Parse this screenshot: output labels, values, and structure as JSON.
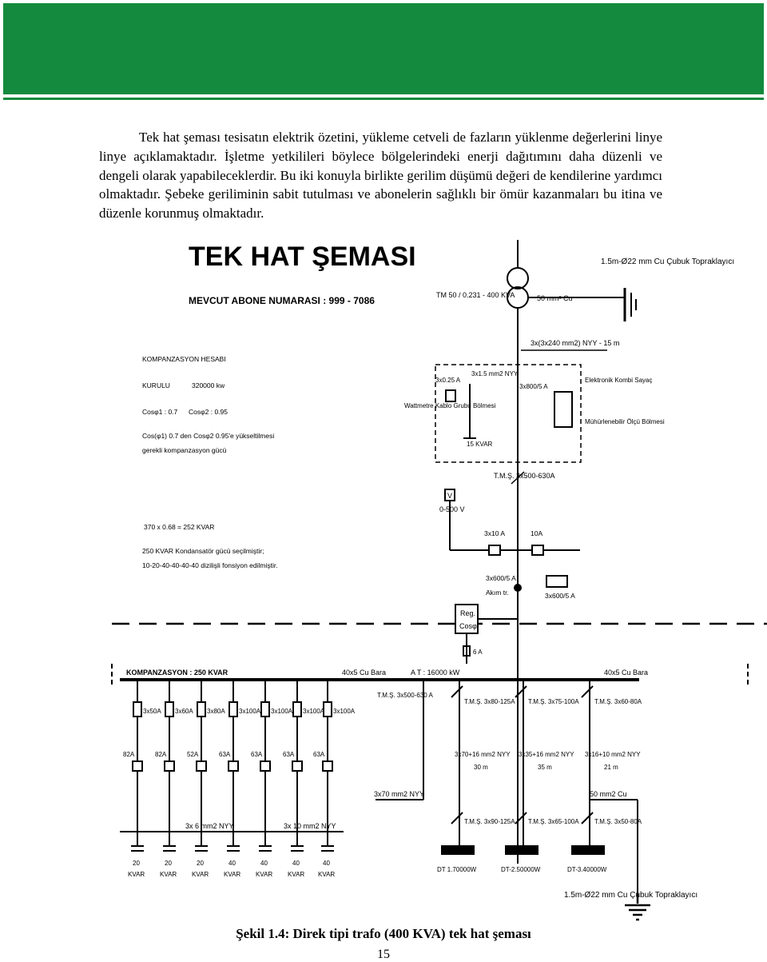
{
  "body_text": "Tek hat şeması tesisatın elektrik özetini, yükleme cetveli de fazların yüklenme değerlerini linye linye açıklamaktadır. İşletme yetkilileri böylece bölgelerindeki enerji dağıtımını daha düzenli ve dengeli olarak yapabileceklerdir. Bu iki konuyla birlikte gerilim düşümü değeri de kendilerine yardımcı olmaktadır. Şebeke geriliminin sabit tutulması ve abonelerin sağlıklı bir ömür kazanmaları bu itina ve düzenle korunmuş olmaktadır.",
  "diagram": {
    "title": "TEK HAT ŞEMASI",
    "subscriber": "MEVCUT ABONE NUMARASI : 999 - 7086",
    "left_notes": [
      "KOMPANZASYON HESABI",
      "KURULU",
      "320000 kw",
      "Cosφ1 : 0.7",
      "Cosφ2 : 0.95",
      "Cos(φ1) 0.7 den Cosφ2 0.95'e yükseltilmesi",
      "gerekli kompanzasyon gücü",
      "370 x 0.68 = 252 KVAR",
      "250 KVAR Kondansatör gücü seçilmiştir;",
      "10-20-40-40-40-40 dizilişli fonsiyon edilmiştir."
    ],
    "transformer": "TM 50 / 0.231 - 400 KVA",
    "earth_top": "1.5m-Ø22 mm Cu Çubuk Topraklayıcı",
    "earth_cable": "50 mm² Cu",
    "cable_main": "3x(3x240 mm2) NYY - 15 m",
    "measure_notes": [
      "3x0.25 A",
      "3x1.5 mm2 NYY",
      "Wattmetre Kablo Grubu Bölmesi",
      "3x800/5 A",
      "Elektronik Kombi Sayaç",
      "Mühürlenebilir Ölçü Bölmesi",
      "15 KVAR"
    ],
    "tms_main": "T.M.Ş. 3x500-630A",
    "voltmeter": "V",
    "voltmeter_range": "0-500 V",
    "fuse_labels": [
      "3x10 A",
      "10A"
    ],
    "current_transformer": "3x600/5 A",
    "current_label": "Akım tr.",
    "ammeter": "3x600/5 A",
    "reg": "Reg.",
    "reg_sub": "Cosφ",
    "fuse_6a": "6 A",
    "busbar_left": "KOMPANZASYON : 250 KVAR",
    "busbar_cu": "40x5 Cu Bara",
    "busbar_mid": "A T : 16000 kW",
    "busbar_right": "40x5 Cu Bara",
    "comp_fuses": [
      "3x50A",
      "3x60A",
      "3x80A",
      "3x100A",
      "3x100A",
      "3x100A",
      "3x100A"
    ],
    "comp_contactors": [
      "82A",
      "82A",
      "52A",
      "63A",
      "63A",
      "63A",
      "63A"
    ],
    "comp_cable_a": "3x 6 mm2 NYY",
    "comp_cable_b": "3x 10 mm2 NYY",
    "comp_kvar": [
      "20",
      "20",
      "20",
      "40",
      "40",
      "40",
      "40"
    ],
    "comp_kvar_unit": "KVAR",
    "tms_out": [
      "T.M.Ş. 3x500-630 A",
      "T.M.Ş. 3x80-125A",
      "T.M.Ş. 3x75-100A",
      "T.M.Ş. 3x60-80A"
    ],
    "out_cables": [
      "3x70+16 mm2 NYY",
      "3x35+16 mm2 NYY",
      "3x16+10 mm2 NYY"
    ],
    "out_lengths": [
      "30 m",
      "35 m",
      "21 m"
    ],
    "bottom_cable": "3x70 mm2 NYY",
    "earth_bottom_cable": "50 mm2 Cu",
    "tms_bottom": [
      "T.M.Ş. 3x90-125A",
      "T.M.Ş. 3x65-100A",
      "T.M.Ş. 3x50-80A"
    ],
    "dist_boards": [
      "DT 1.70000W",
      "DT-2.50000W",
      "DT-3.40000W"
    ],
    "earth_bottom": "1.5m-Ø22 mm Cu Çubuk Topraklayıcı"
  },
  "caption": "Şekil 1.4: Direk tipi trafo (400 KVA) tek hat şeması",
  "page_number": "15"
}
